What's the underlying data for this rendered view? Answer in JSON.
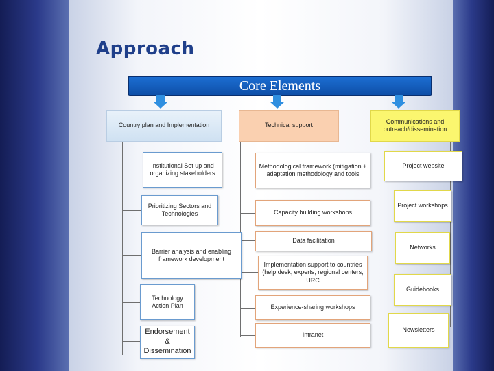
{
  "heading": "Approach",
  "core": "Core Elements",
  "columns": [
    {
      "header": "Country plan and Implementation",
      "items": [
        "Institutional Set up and organizing stakeholders",
        "Prioritizing Sectors and Technologies",
        "Barrier analysis and enabling framework development",
        "Technology Action Plan",
        "Endorsement & Dissemination"
      ]
    },
    {
      "header": "Technical support",
      "items": [
        "Methodological framework (mitigation + adaptation methodology and tools",
        "Capacity building workshops",
        "Data facilitation",
        "Implementation support to countries (help desk; experts; regional centers; URC",
        "Experience-sharing workshops",
        "Intranet"
      ]
    },
    {
      "header": "Communications and outreach/dissemination",
      "items": [
        "Project website",
        "Project workshops",
        "Networks",
        "Guidebooks",
        "Newsletters"
      ]
    }
  ],
  "colors": {
    "core_bar": "#0e4fa8",
    "col1": "#cfe1f2",
    "col2": "#fad0b0",
    "col3": "#fbf66f"
  }
}
